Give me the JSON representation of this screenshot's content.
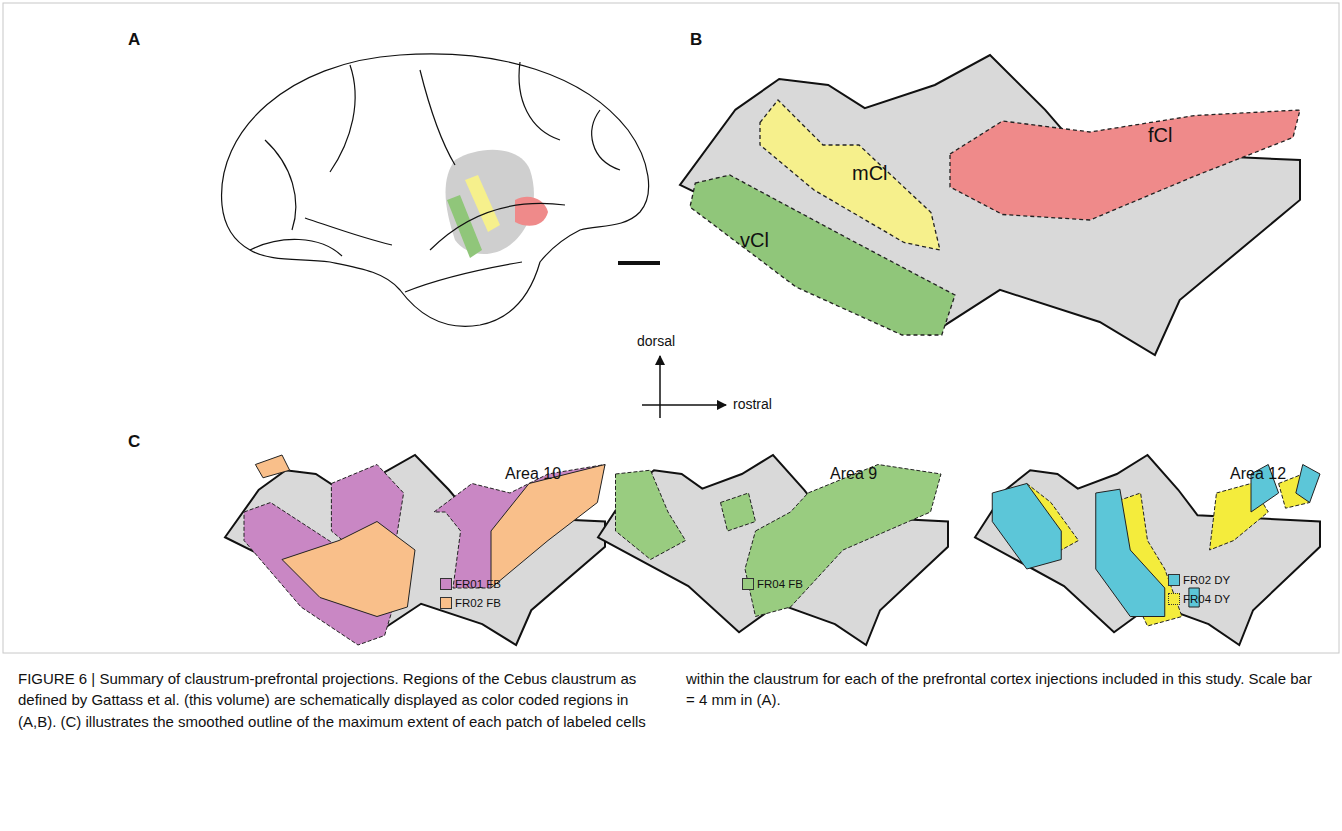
{
  "diagram": {
    "caption": "FIGURE 6 | Summary of claustrum-prefrontal projections. Regions of the Cebus claustrum as defined by Gattass et al. (this volume) are schematically displayed as color coded regions in (A,B). (C) illustrates the smoothed outline of the maximum extent of each patch of labeled cells within the claustrum for each of the prefrontal cortex injections included in this study. Scale bar = 4 mm in (A).",
    "nodes": [
      {
        "text": [
          "mCl"
        ]
      },
      {
        "text": [
          "fCl"
        ]
      },
      {
        "text": [
          "vCl"
        ]
      },
      {
        "text": [
          "Area 10"
        ]
      },
      {
        "text": [
          "Area 9"
        ]
      },
      {
        "text": [
          "Area 12"
        ]
      }
    ],
    "labels": [
      "A",
      "B",
      "dorsal",
      "rostral",
      "C"
    ],
    "legend": [
      {
        "text": "FR01 FB",
        "color": "#c987c4"
      },
      {
        "text": "FR02 FB",
        "color": "#f9bf8a"
      },
      {
        "text": "FR04 FB",
        "color": "#99cc80"
      },
      {
        "text": "FR02 DY",
        "color": "#5cc6d8"
      },
      {
        "text": "FR04 DY",
        "color": "#f4ec3c"
      }
    ]
  }
}
